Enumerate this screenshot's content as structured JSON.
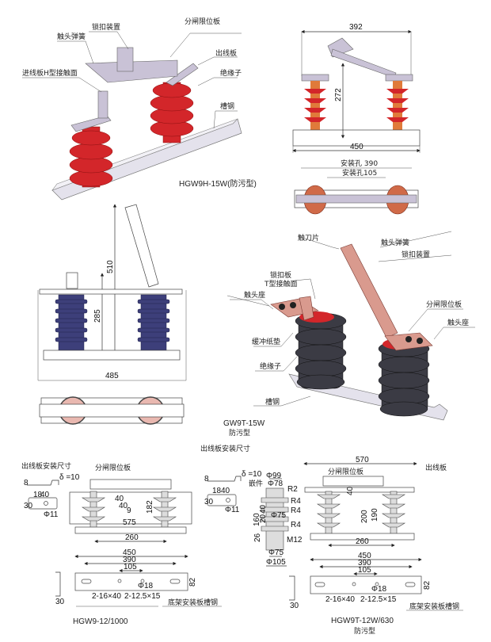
{
  "panel_hgw9h": {
    "labels": {
      "contact_spring": "触头弹簧",
      "lock_device": "锁扣装置",
      "opening_limit_plate": "分闸限位板",
      "outlet_plate": "出线板",
      "inlet_plate_h": "进线板H型接触面",
      "insulator": "绝缘子",
      "channel_steel": "槽钢"
    },
    "model": "HGW9H-15W(防污型)",
    "colors": {
      "insulator": "#d3262a",
      "metal": "#c9c2d6"
    }
  },
  "panel_front_red": {
    "dim_width_top": "392",
    "dim_height": "272",
    "dim_width_base": "450",
    "mount_hole_390": "安装孔 390",
    "mount_hole_105": "安装孔105"
  },
  "panel_front_navy": {
    "dim_height_total": "510",
    "dim_height_insulator": "285",
    "dim_width": "485",
    "colors": {
      "insulator": "#3d3f7a"
    }
  },
  "panel_gw9t": {
    "labels": {
      "blade": "触刀片",
      "contact_spring": "触头弹簧",
      "lock_device": "锁扣装置",
      "lock_plate": "锁扣板",
      "t_contact": "T型接触面",
      "contact_seat_left": "触头座",
      "opening_limit_plate": "分闸限位板",
      "contact_seat_right": "触头座",
      "buffer_pad": "缓冲纸垫",
      "insulator": "绝缘子",
      "channel_steel": "槽钢"
    },
    "model": "GW9T-15W",
    "model_sub": "防污型",
    "colors": {
      "insulator": "#3b3b44",
      "copper": "#d99a8e"
    }
  },
  "section_title": "出线板安装尺寸",
  "drawing_hgw9_12": {
    "outlet_title": "出线板安装尺寸",
    "delta": "δ =10",
    "d8": "8",
    "d18": "18",
    "d40": "40",
    "d30": "30",
    "phi11": "Φ11",
    "opening_limit_plate": "分闸限位板",
    "d40_v": "40",
    "d40_slot": "40",
    "d9": "9",
    "d182": "182",
    "d575": "575",
    "d260": "260",
    "d450": "450",
    "d390": "390",
    "d105": "105",
    "phi18": "Φ18",
    "d82": "82",
    "d30_channel": "30",
    "slots": "2-16×40",
    "holes": "2-12.5×15",
    "base_channel": "底架安装板槽钢",
    "model": "HGW9-12/1000"
  },
  "drawing_hgw9t_12w": {
    "delta": "δ =10",
    "d8": "8",
    "d18": "18",
    "d40": "40",
    "d30": "30",
    "phi11": "Φ11",
    "insert": "嵌件",
    "phi99": "Φ99",
    "phi78": "Φ78",
    "r2": "R2",
    "r4a": "R4",
    "r4b": "R4",
    "r4c": "R4",
    "d160": "160",
    "d20": "20",
    "d40s": "40",
    "phi75_inner": "Φ75",
    "d26": "26",
    "m12": "M12",
    "phi75": "Φ75",
    "phi105": "Φ105",
    "d570": "570",
    "outlet_plate": "出线板",
    "opening_limit_plate": "分闸限位板",
    "d40_v": "40",
    "d200": "200",
    "d190": "190",
    "d260": "260",
    "d450": "450",
    "d390": "390",
    "d105": "105",
    "phi18": "Φ18",
    "d82": "82",
    "d30_channel": "30",
    "slots": "2-16×40",
    "holes": "2-12.5×15",
    "base_channel": "底架安装板槽钢",
    "model": "HGW9T-12W/630",
    "model_sub": "防污型"
  }
}
